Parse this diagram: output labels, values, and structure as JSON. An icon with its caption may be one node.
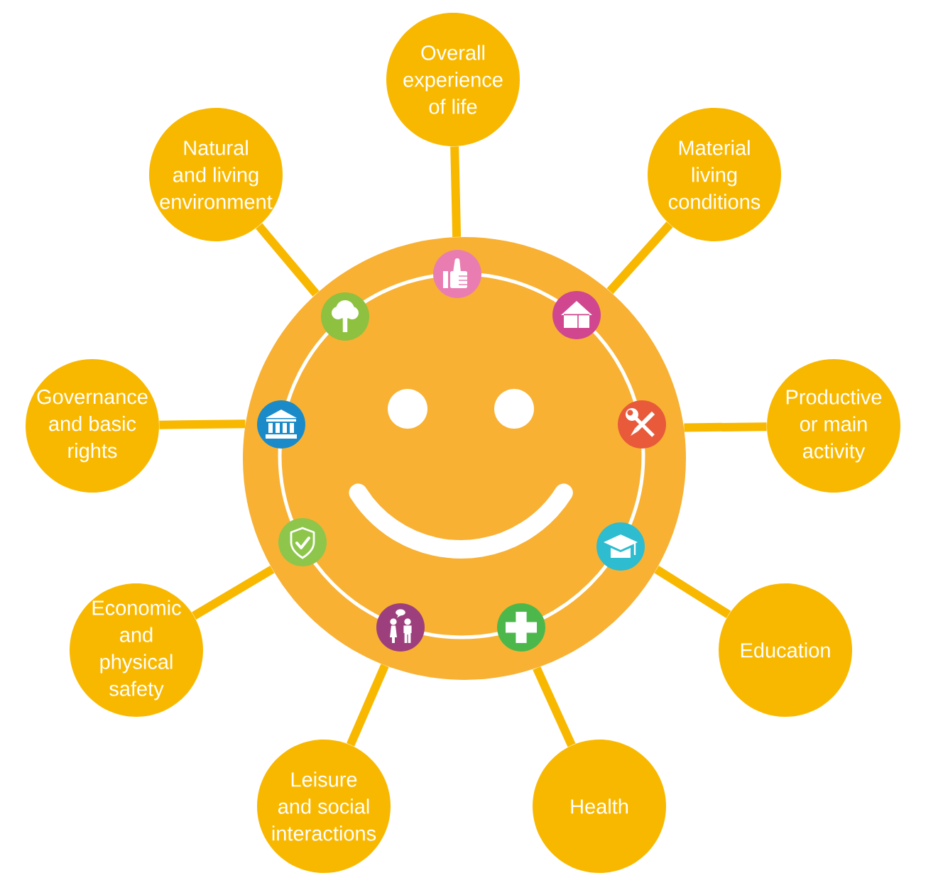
{
  "diagram": {
    "nodes": [
      {
        "text": [
          "Overall experience of life"
        ]
      },
      {
        "text": [
          "Natural and living environment"
        ]
      },
      {
        "text": [
          "Material living conditions"
        ]
      },
      {
        "text": [
          "Governance and basic rights"
        ]
      },
      {
        "text": [
          "Productive or main activity"
        ]
      },
      {
        "text": [
          "Economic and physical safety"
        ]
      },
      {
        "text": [
          "Education"
        ]
      },
      {
        "text": [
          "Leisure and social interactions"
        ]
      },
      {
        "text": [
          "Health"
        ]
      },
      {
        "text": [],
        "shape": "circle"
      }
    ],
    "edges": [
      {
        "from": 0,
        "to": 9,
        "arrow": "none"
      },
      {
        "from": 1,
        "to": 9,
        "arrow": "none"
      },
      {
        "from": 2,
        "to": 9,
        "arrow": "none"
      },
      {
        "from": 3,
        "to": 9,
        "arrow": "none"
      },
      {
        "from": 4,
        "to": 9,
        "arrow": "none"
      },
      {
        "from": 5,
        "to": 9,
        "arrow": "none"
      },
      {
        "from": 6,
        "to": 9,
        "arrow": "none"
      },
      {
        "from": 7,
        "to": 9,
        "arrow": "none"
      },
      {
        "from": 8,
        "to": 9,
        "arrow": "none"
      }
    ]
  }
}
